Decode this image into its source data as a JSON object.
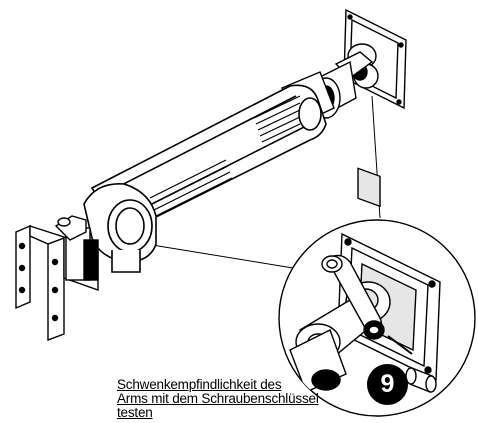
{
  "caption": {
    "line1": "Schwenkempfindlichkeit des",
    "line2": "Arms mit dem Schraubenschlüssel",
    "line3": "testen"
  },
  "step": {
    "number": "9"
  },
  "colors": {
    "ink": "#000000",
    "paper": "#ffffff",
    "shade": "#d9d9d9"
  },
  "icons": [
    "monitor-arm-illustration",
    "wrench-icon",
    "bolt-icon",
    "vesa-plate-icon",
    "wall-bracket-icon"
  ]
}
